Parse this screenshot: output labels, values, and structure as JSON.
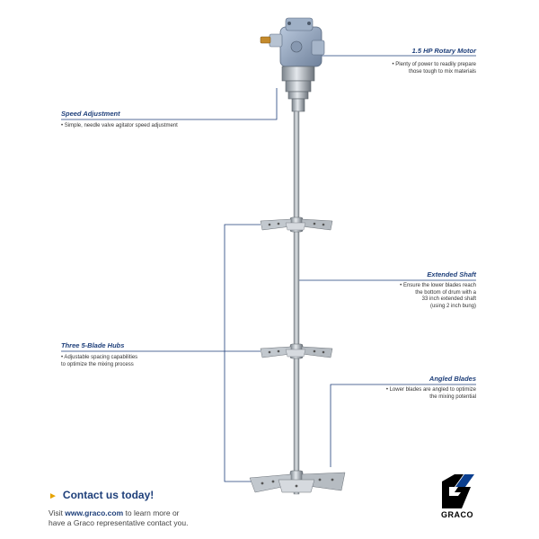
{
  "callouts": {
    "motor": {
      "title": "1.5 HP Rotary Motor",
      "lines": [
        "• Plenty of power to readily prepare",
        "those tough to mix materials"
      ]
    },
    "speed": {
      "title": "Speed Adjustment",
      "lines": [
        "• Simple, needle valve agitator speed adjustment"
      ]
    },
    "shaft": {
      "title": "Extended Shaft",
      "lines": [
        "• Ensure the lower blades reach",
        "the bottom of drum with a",
        "33 inch extended shaft",
        "(using 2 inch bung)"
      ]
    },
    "hubs": {
      "title": "Three 5-Blade Hubs",
      "lines": [
        "• Adjustable spacing capabilities",
        "to optimize the mixing process"
      ]
    },
    "blades": {
      "title": "Angled Blades",
      "lines": [
        "• Lower blades are angled to optimize",
        "the mixing potential"
      ]
    }
  },
  "contact": {
    "title": "Contact us today!",
    "line1_pre": "Visit ",
    "url": "www.graco.com",
    "line1_post": " to learn more or",
    "line2": "have a Graco representative contact you."
  },
  "logo": {
    "text": "GRACO",
    "icon": "graco-logo-icon"
  },
  "colors": {
    "accent": "#1e3f7a",
    "arrow": "#e6a300"
  }
}
